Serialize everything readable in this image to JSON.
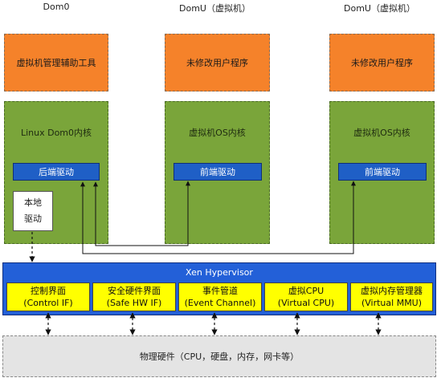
{
  "columns": [
    {
      "title": "Dom0",
      "app": "虚拟机管理辅助工具",
      "kernel": "Linux Dom0内核",
      "driver": "后端驱动"
    },
    {
      "title": "DomU（虚拟机）",
      "app": "未修改用户程序",
      "kernel": "虚拟机OS内核",
      "driver": "前端驱动"
    },
    {
      "title": "DomU（虚拟机）",
      "app": "未修改用户程序",
      "kernel": "虚拟机OS内核",
      "driver": "前端驱动"
    }
  ],
  "local_driver": {
    "line1": "本地",
    "line2": "驱动"
  },
  "hypervisor": {
    "title": "Xen Hypervisor",
    "modules": [
      {
        "cn": "控制界面",
        "en": "(Control IF)"
      },
      {
        "cn": "安全硬件界面",
        "en": "(Safe HW IF)"
      },
      {
        "cn": "事件管道",
        "en": "(Event Channel)"
      },
      {
        "cn": "虚拟CPU",
        "en": "(Virtual CPU)"
      },
      {
        "cn": "虚拟内存管理器",
        "en": "(Virtual MMU)"
      }
    ]
  },
  "hardware": "物理硬件（CPU，硬盘，内存，网卡等）"
}
